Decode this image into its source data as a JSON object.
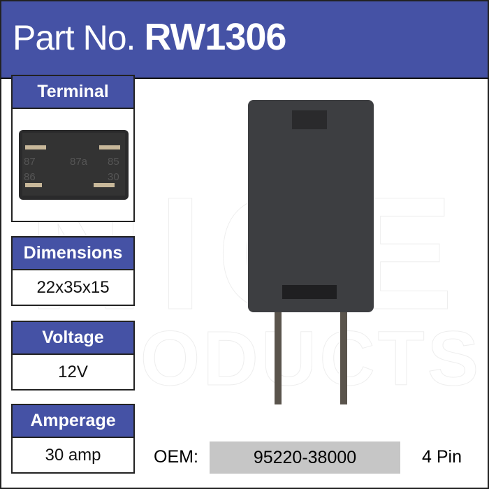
{
  "header": {
    "prefix": "Part No.",
    "part_number": "RW1306"
  },
  "specs": [
    {
      "label": "Terminal"
    },
    {
      "label": "Dimensions",
      "value": "22x35x15"
    },
    {
      "label": "Voltage",
      "value": "12V"
    },
    {
      "label": "Amperage",
      "value": "30 amp"
    }
  ],
  "terminal_pins": [
    "87",
    "87a",
    "85",
    "86",
    "30"
  ],
  "oem": {
    "label": "OEM:",
    "number": "95220-38000"
  },
  "pin_count": "4 Pin",
  "watermark": [
    "NICE",
    "PRODUCTS"
  ],
  "colors": {
    "brand": "#4552a5",
    "oem_bg": "#c6c6c6"
  }
}
